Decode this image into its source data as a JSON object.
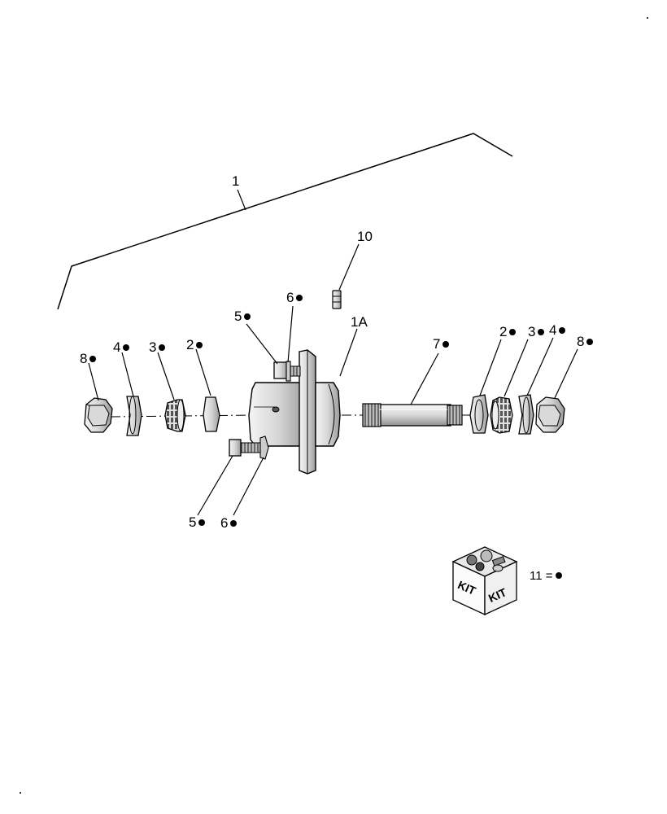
{
  "callouts": {
    "c1": "1",
    "c10": "10",
    "c6_top": "6",
    "c5_top": "5",
    "c1A": "1A",
    "c8_left": "8",
    "c4_left": "4",
    "c3_left": "3",
    "c2_left": "2",
    "c7": "7",
    "c2_right": "2",
    "c3_right": "3",
    "c4_right": "4",
    "c8_right": "8",
    "c5_bottom": "5",
    "c6_bottom": "6"
  },
  "kit": {
    "word": "KIT",
    "legend_prefix": "11 ="
  }
}
